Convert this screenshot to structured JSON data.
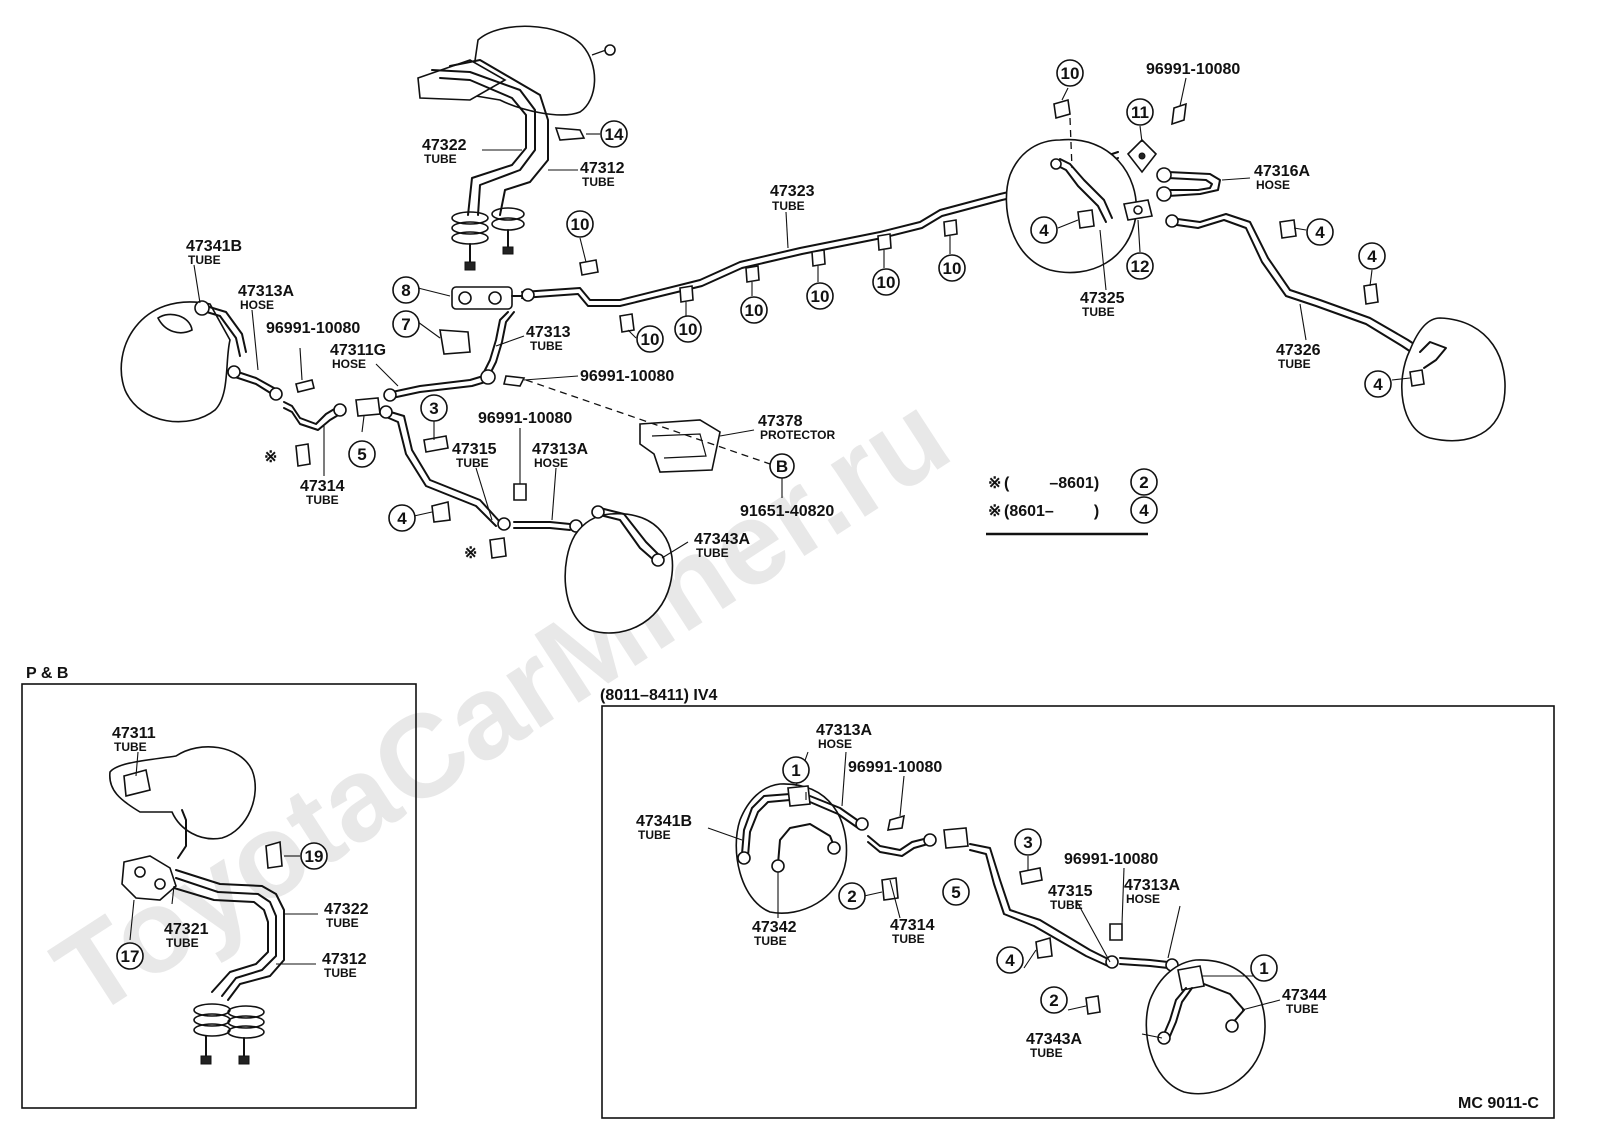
{
  "watermark": "ToyotaCarMiner.ru",
  "diagram_code": "MC 9011-C",
  "inset_pb": {
    "title": "P & B"
  },
  "inset_iv4": {
    "title": "(8011–8411) IV4"
  },
  "legend": {
    "symbol": "※",
    "row1_range": "(         –8601)",
    "row1_ref": "2",
    "row2_range": "(8601–         )",
    "row2_ref": "4"
  },
  "labels": {
    "p47322": {
      "num": "47322",
      "sub": "TUBE"
    },
    "p47312": {
      "num": "47312",
      "sub": "TUBE"
    },
    "p47341b": {
      "num": "47341B",
      "sub": "TUBE"
    },
    "p47313a": {
      "num": "47313A",
      "sub": "HOSE"
    },
    "p96991a": {
      "num": "96991-10080"
    },
    "p47311g": {
      "num": "47311G",
      "sub": "HOSE"
    },
    "p47313": {
      "num": "47313",
      "sub": "TUBE"
    },
    "p96991b": {
      "num": "96991-10080"
    },
    "p47314": {
      "num": "47314",
      "sub": "TUBE"
    },
    "p96991c": {
      "num": "96991-10080"
    },
    "p47315": {
      "num": "47315",
      "sub": "TUBE"
    },
    "p47313a2": {
      "num": "47313A",
      "sub": "HOSE"
    },
    "p47378": {
      "num": "47378",
      "sub": "PROTECTOR"
    },
    "p91651": {
      "num": "91651-40820"
    },
    "p47343a": {
      "num": "47343A",
      "sub": "TUBE"
    },
    "p47323": {
      "num": "47323",
      "sub": "TUBE"
    },
    "p96991d": {
      "num": "96991-10080"
    },
    "p47316a": {
      "num": "47316A",
      "sub": "HOSE"
    },
    "p47325": {
      "num": "47325",
      "sub": "TUBE"
    },
    "p47326": {
      "num": "47326",
      "sub": "TUBE"
    },
    "i47311": {
      "num": "47311",
      "sub": "TUBE"
    },
    "i47322": {
      "num": "47322",
      "sub": "TUBE"
    },
    "i47321": {
      "num": "47321",
      "sub": "TUBE"
    },
    "i47312": {
      "num": "47312",
      "sub": "TUBE"
    },
    "v47313a": {
      "num": "47313A",
      "sub": "HOSE"
    },
    "v96991a": {
      "num": "96991-10080"
    },
    "v47341b": {
      "num": "47341B",
      "sub": "TUBE"
    },
    "v47342": {
      "num": "47342",
      "sub": "TUBE"
    },
    "v47314": {
      "num": "47314",
      "sub": "TUBE"
    },
    "v96991b": {
      "num": "96991-10080"
    },
    "v47315": {
      "num": "47315",
      "sub": "TUBE"
    },
    "v47313a2": {
      "num": "47313A",
      "sub": "HOSE"
    },
    "v47344": {
      "num": "47344",
      "sub": "TUBE"
    },
    "v47343a": {
      "num": "47343A",
      "sub": "TUBE"
    }
  },
  "callouts": {
    "c14": "14",
    "c10a": "10",
    "c10b": "10",
    "c10c": "10",
    "c10d": "10",
    "c10e": "10",
    "c10f": "10",
    "c10g": "10",
    "c10h": "10",
    "c11": "11",
    "c12": "12",
    "c4a": "4",
    "c4b": "4",
    "c4c": "4",
    "c4d": "4",
    "c4e": "4",
    "c8": "8",
    "c7": "7",
    "c3": "3",
    "c5": "5",
    "cB": "B",
    "c19": "19",
    "c17": "17",
    "v1a": "1",
    "v1b": "1",
    "v2a": "2",
    "v2b": "2",
    "v3": "3",
    "v4": "4",
    "v5": "5"
  },
  "marks": {
    "star1": "※",
    "star2": "※"
  }
}
